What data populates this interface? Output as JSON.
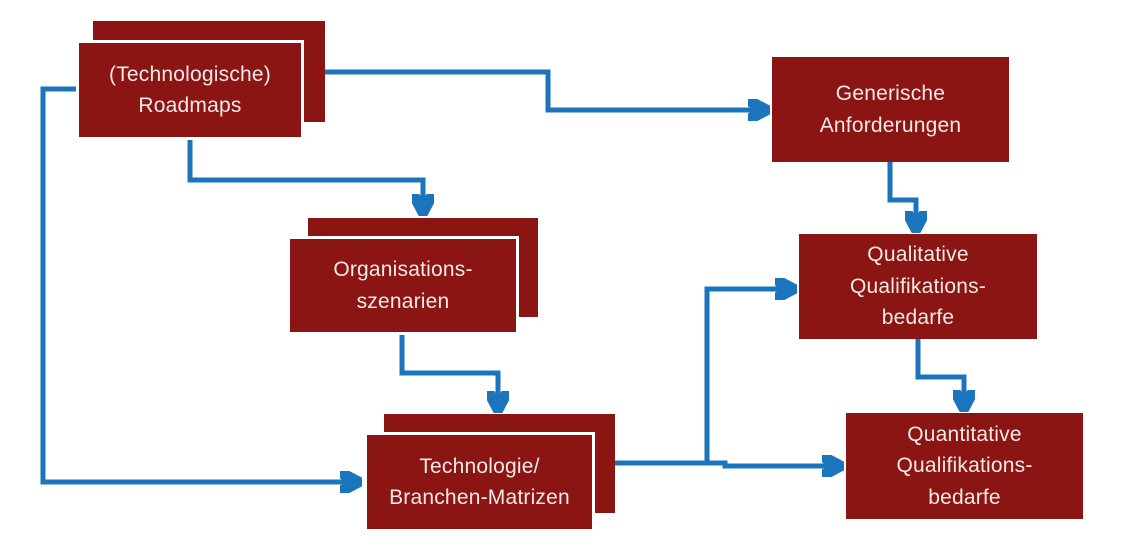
{
  "diagram": {
    "type": "flowchart",
    "colors": {
      "box_fill": "#8B1512",
      "box_border": "#FFFFFF",
      "arrow": "#1B75BC",
      "background": "#FFFFFF",
      "text": "#F3E9E9"
    },
    "nodes": [
      {
        "id": "roadmaps",
        "label": "(Technologische)\nRoadmaps",
        "stacked": true
      },
      {
        "id": "organisationsszenarien",
        "label": "Organisations-\nszenarien",
        "stacked": true
      },
      {
        "id": "technologie-branchen-matrizen",
        "label": "Technologie/\nBranchen-Matrizen",
        "stacked": true
      },
      {
        "id": "generische-anforderungen",
        "label": "Generische\nAnforderungen",
        "stacked": false
      },
      {
        "id": "qualitative-qualifikationsbedarfe",
        "label": "Qualitative\nQualifikations-\nbedarfe",
        "stacked": false
      },
      {
        "id": "quantitative-qualifikationsbedarfe",
        "label": "Quantitative\nQualifikations-\nbedarfe",
        "stacked": false
      }
    ],
    "edges": [
      {
        "from": "roadmaps",
        "to": "generische-anforderungen"
      },
      {
        "from": "roadmaps",
        "to": "organisationsszenarien"
      },
      {
        "from": "roadmaps",
        "to": "technologie-branchen-matrizen"
      },
      {
        "from": "organisationsszenarien",
        "to": "technologie-branchen-matrizen"
      },
      {
        "from": "technologie-branchen-matrizen",
        "to": "qualitative-qualifikationsbedarfe"
      },
      {
        "from": "technologie-branchen-matrizen",
        "to": "quantitative-qualifikationsbedarfe"
      },
      {
        "from": "generische-anforderungen",
        "to": "qualitative-qualifikationsbedarfe"
      },
      {
        "from": "qualitative-qualifikationsbedarfe",
        "to": "quantitative-qualifikationsbedarfe"
      }
    ]
  }
}
